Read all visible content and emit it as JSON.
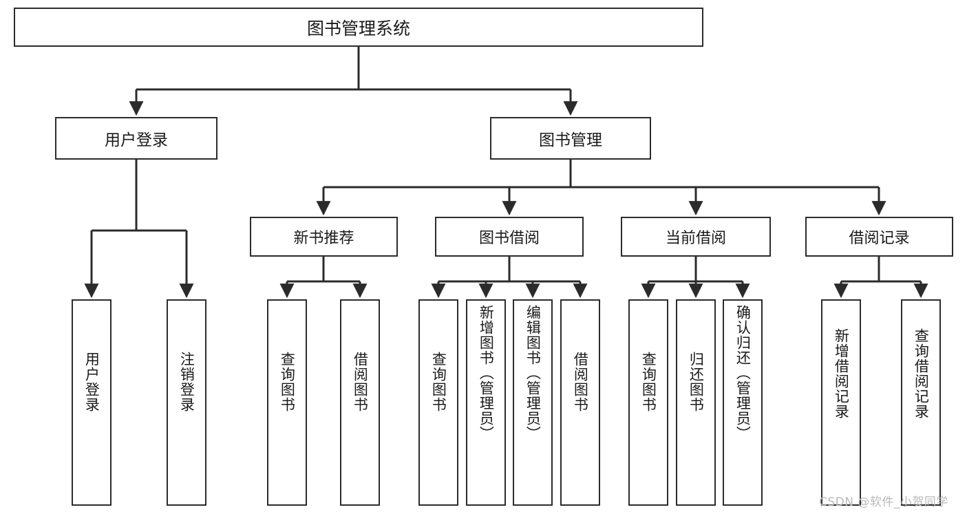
{
  "diagram": {
    "title_node": {
      "label": "图书管理系统"
    },
    "level1": [
      {
        "id": "user-login",
        "label": "用户登录"
      },
      {
        "id": "book-management",
        "label": "图书管理"
      }
    ],
    "level2": [
      {
        "id": "new-book-recommend",
        "label": "新书推荐"
      },
      {
        "id": "book-borrow",
        "label": "图书借阅"
      },
      {
        "id": "current-borrow",
        "label": "当前借阅"
      },
      {
        "id": "borrow-record",
        "label": "借阅记录"
      }
    ],
    "leaves": [
      {
        "id": "leaf-user-login",
        "label": "用户登录"
      },
      {
        "id": "leaf-logout-login",
        "label": "注销登录"
      },
      {
        "id": "leaf-query-book-1",
        "label": "查询图书"
      },
      {
        "id": "leaf-borrow-book-1",
        "label": "借阅图书"
      },
      {
        "id": "leaf-query-book-2",
        "label": "查询图书"
      },
      {
        "id": "leaf-add-book",
        "label": "新增图书（管理员）"
      },
      {
        "id": "leaf-edit-book",
        "label": "编辑图书（管理员）"
      },
      {
        "id": "leaf-borrow-book-2",
        "label": "借阅图书"
      },
      {
        "id": "leaf-query-book-3",
        "label": "查询图书"
      },
      {
        "id": "leaf-return-book",
        "label": "归还图书"
      },
      {
        "id": "leaf-confirm-return",
        "label": "确认归还（管理员）"
      },
      {
        "id": "leaf-add-borrow-record",
        "label": "新增借阅记录"
      },
      {
        "id": "leaf-query-borrow-record",
        "label": "查询借阅记录"
      }
    ],
    "watermark": {
      "text": "CSDN @软件_小贺同学"
    },
    "colors": {
      "stroke": "#2b2b2b",
      "background": "#ffffff",
      "text": "#1a1a1a",
      "watermark": "#b9b9b9"
    }
  }
}
